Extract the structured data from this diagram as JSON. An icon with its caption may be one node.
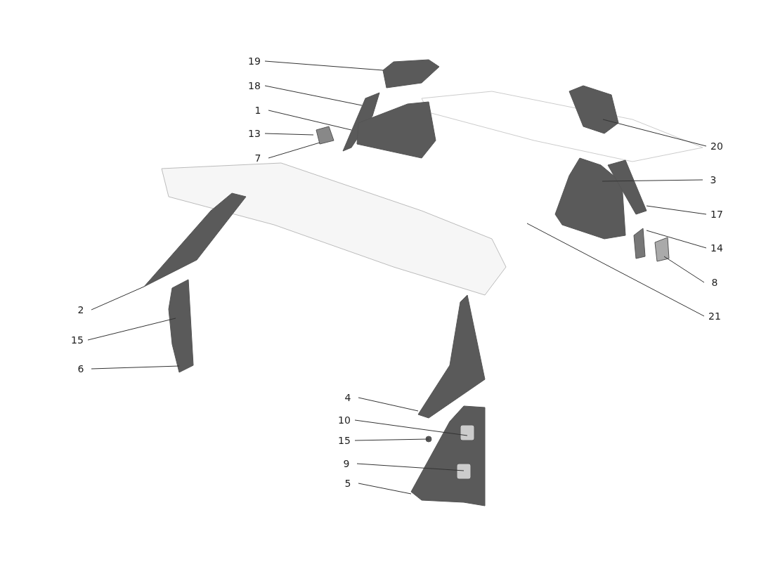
{
  "diagram": {
    "nodes": [
      {
        "text": [
          "19"
        ]
      },
      {
        "text": [
          "18"
        ]
      },
      {
        "text": [
          "1"
        ]
      },
      {
        "text": [
          "13"
        ]
      },
      {
        "text": [
          "7"
        ]
      },
      {
        "text": [
          "20"
        ]
      },
      {
        "text": [
          "3"
        ]
      },
      {
        "text": [
          "17"
        ]
      },
      {
        "text": [
          "14"
        ]
      },
      {
        "text": [
          "8"
        ]
      },
      {
        "text": [
          "21"
        ]
      },
      {
        "text": [
          "2"
        ]
      },
      {
        "text": [
          "15"
        ]
      },
      {
        "text": [
          "6"
        ]
      },
      {
        "text": [
          "4"
        ]
      },
      {
        "text": [
          "10"
        ]
      },
      {
        "text": [
          "15"
        ]
      },
      {
        "text": [
          "9"
        ]
      },
      {
        "text": [
          "5"
        ]
      }
    ],
    "edges": [
      {
        "from": 0,
        "to": null,
        "arrow": "none"
      },
      {
        "from": 1,
        "to": null,
        "arrow": "none"
      },
      {
        "from": 2,
        "to": null,
        "arrow": "none"
      },
      {
        "from": 3,
        "to": null,
        "arrow": "none"
      },
      {
        "from": 4,
        "to": null,
        "arrow": "none"
      },
      {
        "from": 5,
        "to": null,
        "arrow": "none"
      },
      {
        "from": 6,
        "to": null,
        "arrow": "none"
      },
      {
        "from": 7,
        "to": null,
        "arrow": "none"
      },
      {
        "from": 8,
        "to": null,
        "arrow": "none"
      },
      {
        "from": 9,
        "to": null,
        "arrow": "none"
      },
      {
        "from": 10,
        "to": null,
        "arrow": "none"
      },
      {
        "from": 11,
        "to": null,
        "arrow": "none"
      },
      {
        "from": 12,
        "to": null,
        "arrow": "none"
      },
      {
        "from": 13,
        "to": null,
        "arrow": "none"
      },
      {
        "from": 14,
        "to": null,
        "arrow": "none"
      },
      {
        "from": 15,
        "to": null,
        "arrow": "none"
      },
      {
        "from": 16,
        "to": null,
        "arrow": "none"
      },
      {
        "from": 17,
        "to": null,
        "arrow": "none"
      },
      {
        "from": 18,
        "to": null,
        "arrow": "none"
      }
    ]
  }
}
